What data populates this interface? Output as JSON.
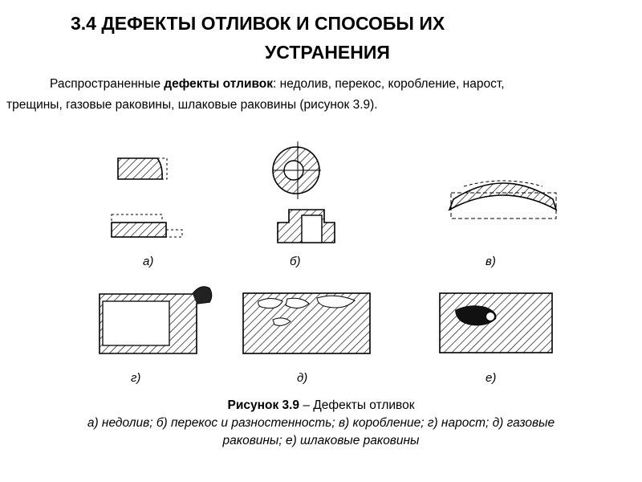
{
  "title": {
    "line1": "3.4 ДЕФЕКТЫ ОТЛИВОК И СПОСОБЫ ИХ",
    "line2": "УСТРАНЕНИЯ"
  },
  "intro": {
    "prefix": "Распространенные ",
    "bold": "дефекты отливок",
    "suffix": ": недолив, перекос, коробление, нарост,",
    "line2": "трещины, газовые раковины, шлаковые раковины (рисунок 3.9)."
  },
  "figure": {
    "labels": [
      "а)",
      "б)",
      "в)",
      "г)",
      "д)",
      "е)"
    ]
  },
  "caption": {
    "bold": "Рисунок 3.9",
    "rest": " – Дефекты отливок",
    "line2": "а) недолив; б) перекос и разностенность; в) коробление; г) нарост; д) газовые",
    "line3": "раковины; е) шлаковые раковины"
  },
  "colors": {
    "text": "#000000",
    "background": "#ffffff"
  }
}
